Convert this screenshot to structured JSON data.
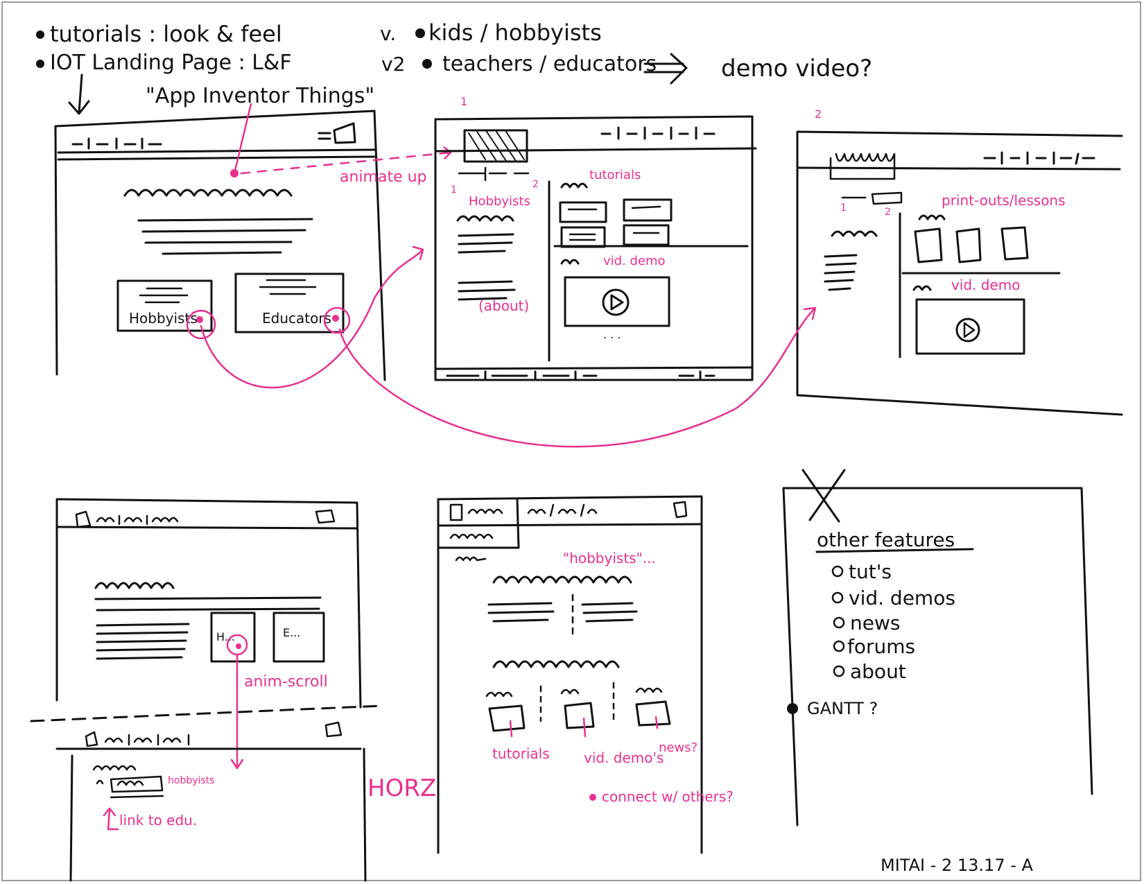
{
  "colors": {
    "ink": "#111111",
    "accent": "#e8308f",
    "border": "#9a9a9a"
  },
  "header_notes": {
    "line1": "tutorials : look & feel",
    "line2": "IOT Landing Page : L&F",
    "quote": "\"App Inventor Things\"",
    "audience1_prefix": "v.",
    "audience1": "kids / hobbyists",
    "audience2_prefix": "v2",
    "audience2": "teachers / educators",
    "arrow_target": "demo video?"
  },
  "sketch1": {
    "annotation": "animate up",
    "card1": "Hobbyists",
    "card2": "Educators"
  },
  "sketch2": {
    "page_number": "1",
    "tab1": "1",
    "tab2": "2",
    "section_label": "Hobbyists",
    "tutorials_label": "tutorials",
    "vid_label": "vid. demo",
    "about_label": "(about)",
    "ellipsis": ". . ."
  },
  "sketch3": {
    "page_number": "2",
    "tab1": "1",
    "tab2": "2",
    "printouts_label": "print-outs/lessons",
    "vid_label": "vid. demo"
  },
  "sketch4": {
    "card1": "H...",
    "card2": "E...",
    "anim_label": "anim-scroll",
    "hobbyists_label": "hobbyists",
    "link_label": "link to edu."
  },
  "sketch5": {
    "quote": "\"hobbyists\"...",
    "label1": "tutorials",
    "label2": "vid. demo's",
    "label3": "news?",
    "connect": "connect w/ others?",
    "horz_label": "HORZ"
  },
  "sketch6": {
    "heading": "other features",
    "items": [
      "tut's",
      "vid. demos",
      "news",
      "forums",
      "about"
    ],
    "gantt": "GANTT ?"
  },
  "footer": {
    "signature": "MITAI - 2 13.17 - A"
  }
}
